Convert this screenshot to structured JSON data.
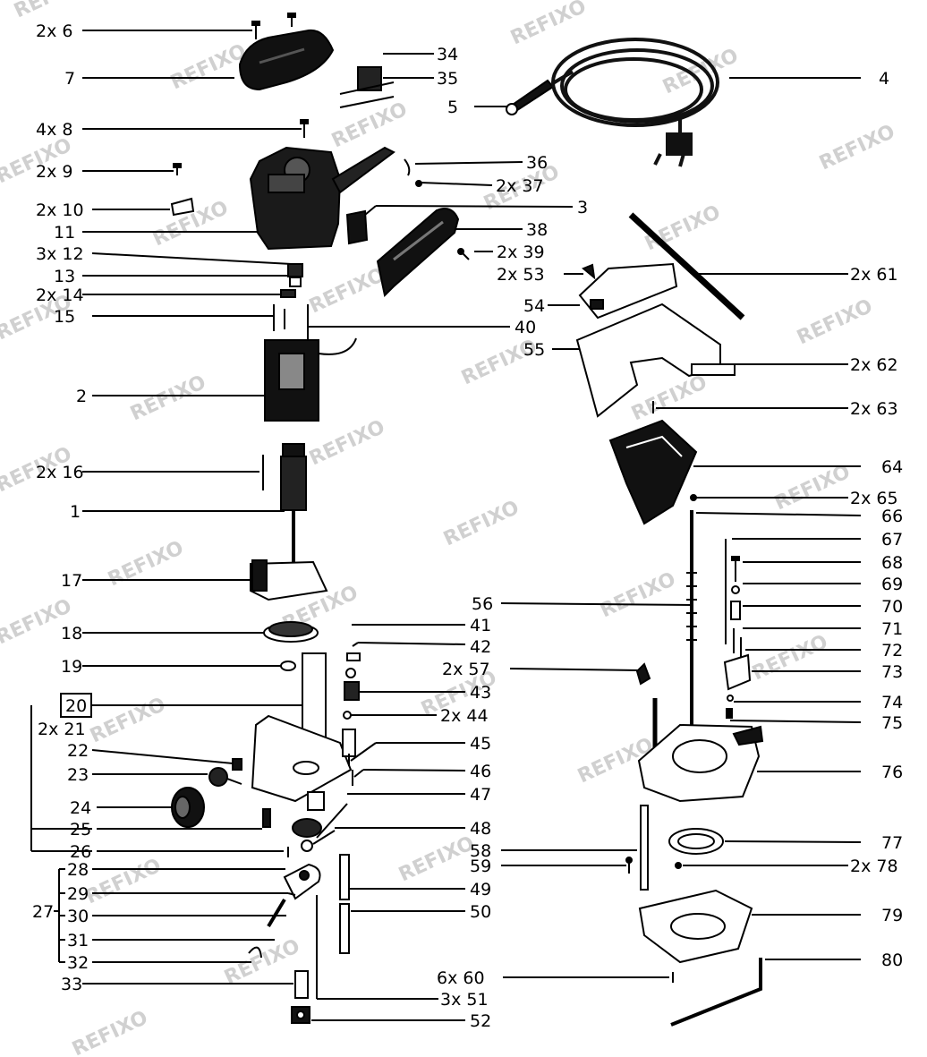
{
  "watermark": "REFIXO",
  "labels": {
    "l6": "2x 6",
    "l7": "7",
    "l8": "4x 8",
    "l9": "2x 9",
    "l10": "2x 10",
    "l11": "11",
    "l12": "3x 12",
    "l13": "13",
    "l14": "2x 14",
    "l15": "15",
    "l2": "2",
    "l16": "2x 16",
    "l1": "1",
    "l17": "17",
    "l18": "18",
    "l19": "19",
    "l20": "20",
    "l21": "2x 21",
    "l22": "22",
    "l23": "23",
    "l24": "24",
    "l25": "25",
    "l26": "26",
    "l27": "27",
    "l28": "28",
    "l29": "29",
    "l30": "30",
    "l31": "31",
    "l32": "32",
    "l33": "33",
    "l34": "34",
    "l35": "35",
    "l4": "4",
    "l5": "5",
    "l36": "36",
    "l37": "2x 37",
    "l3": "3",
    "l38": "38",
    "l39": "2x 39",
    "l53": "2x 53",
    "l61": "2x 61",
    "l54": "54",
    "l40": "40",
    "l55": "55",
    "l62": "2x 62",
    "l63": "2x 63",
    "l64": "64",
    "l65": "2x 65",
    "l66": "66",
    "l67": "67",
    "l68": "68",
    "l69": "69",
    "l70": "70",
    "l71": "71",
    "l72": "72",
    "l73": "73",
    "l74": "74",
    "l75": "75",
    "l76": "76",
    "l56": "56",
    "l41": "41",
    "l42": "42",
    "l57": "2x 57",
    "l43": "43",
    "l44": "2x 44",
    "l45": "45",
    "l46": "46",
    "l47": "47",
    "l48": "48",
    "l58": "58",
    "l59": "59",
    "l77": "77",
    "l78": "2x 78",
    "l49": "49",
    "l50": "50",
    "l79": "79",
    "l60": "6x 60",
    "l80": "80",
    "l51": "3x 51",
    "l52": "52"
  }
}
